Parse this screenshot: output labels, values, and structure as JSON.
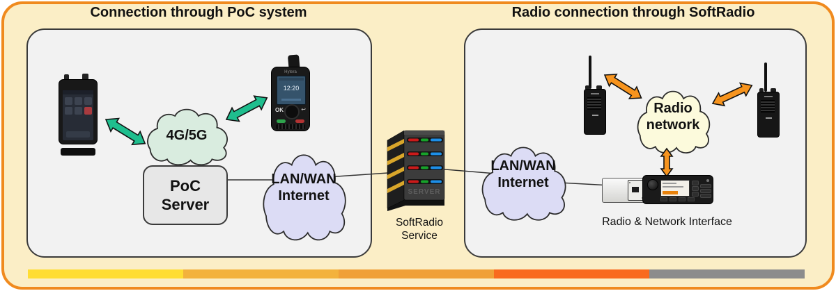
{
  "diagram": {
    "left": {
      "title": "Connection through PoC system",
      "cloud_cellular": "4G/5G",
      "server_box": {
        "line1": "PoC",
        "line2": "Server"
      },
      "cloud_internet": {
        "line1": "LAN/WAN",
        "line2": "Internet"
      },
      "handset_brand": "Hytera",
      "handset_clock": "12:20",
      "handset_ok": "OK",
      "handset_return": "↩"
    },
    "middle": {
      "server_caption": {
        "line1": "SoftRadio",
        "line2": "Service"
      },
      "server_front_text": "SERVER"
    },
    "right": {
      "title": "Radio connection through SoftRadio",
      "cloud_internet": {
        "line1": "LAN/WAN",
        "line2": "Internet"
      },
      "cloud_radio": {
        "line1": "Radio",
        "line2": "network"
      },
      "interface_caption": "Radio & Network Interface"
    },
    "colors": {
      "outer_border": "#F08A1E",
      "outer_background": "#FBEEC6",
      "panel_background": "#F2F2F2",
      "panel_border": "#3A3A3A",
      "cloud_cellular_fill": "#D9ECDF",
      "cloud_internet_fill": "#DCDCF5",
      "cloud_radio_fill": "#FCFADC",
      "green_arrow": "#1FBE8E",
      "orange_arrow": "#F7941E",
      "footer_stripe": [
        "#FFDD33",
        "#F3B23C",
        "#F0A038",
        "#F96A1F",
        "#8C8C8C"
      ]
    }
  }
}
